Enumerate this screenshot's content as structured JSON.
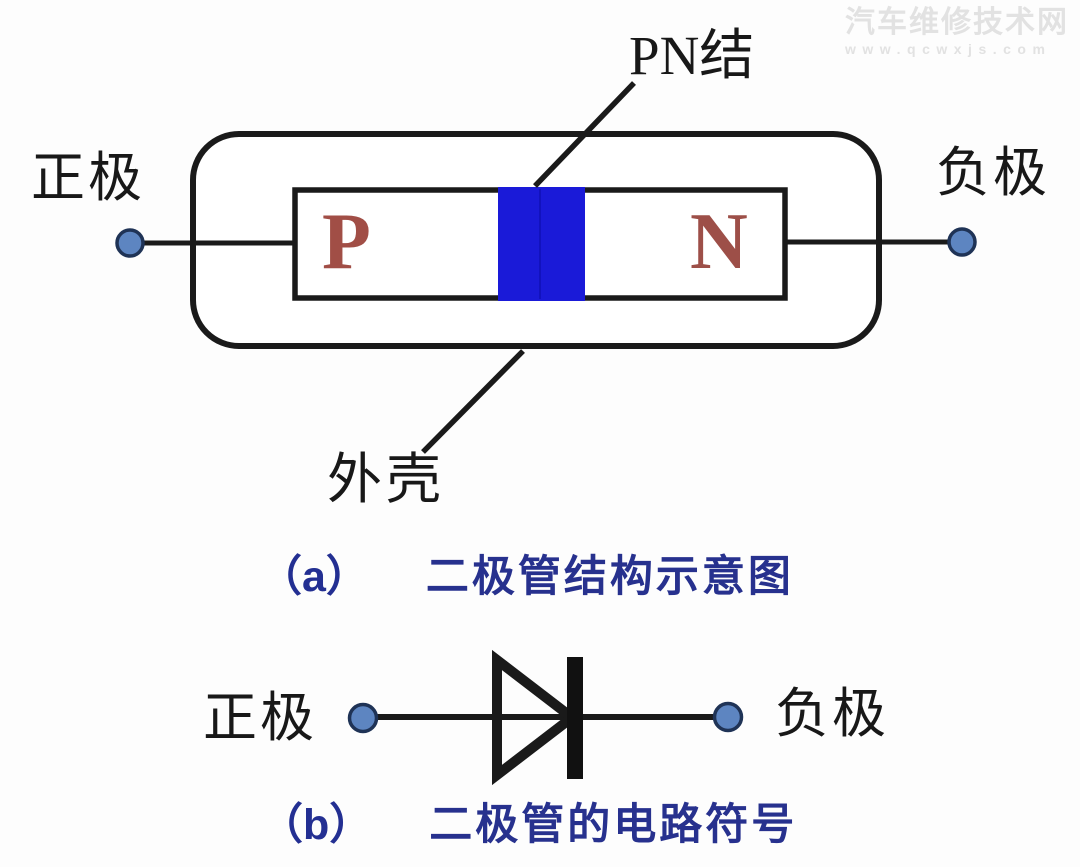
{
  "watermark": {
    "title": "汽车维修技术网",
    "url": "www.qcwxjs.com"
  },
  "colors": {
    "line": "#1a1a1a",
    "junction_blue": "#1a1ad8",
    "junction_divider": "#0d0daa",
    "region_letter_red": "#a14e46",
    "terminal_fill": "#5d85c1",
    "terminal_border": "#1f3356",
    "caption_navy": "#27318e",
    "watermark_gray": "#e2e2e2"
  },
  "figure_a": {
    "anode_label": "正极",
    "cathode_label": "负极",
    "pn_junction_label": "PN结",
    "shell_label": "外壳",
    "p_region": "P",
    "n_region": "N",
    "caption_index": "（a）",
    "caption_text": "二极管结构示意图"
  },
  "figure_b": {
    "anode_label": "正极",
    "cathode_label": "负极",
    "caption_index": "（b）",
    "caption_text": "二极管的电路符号"
  }
}
